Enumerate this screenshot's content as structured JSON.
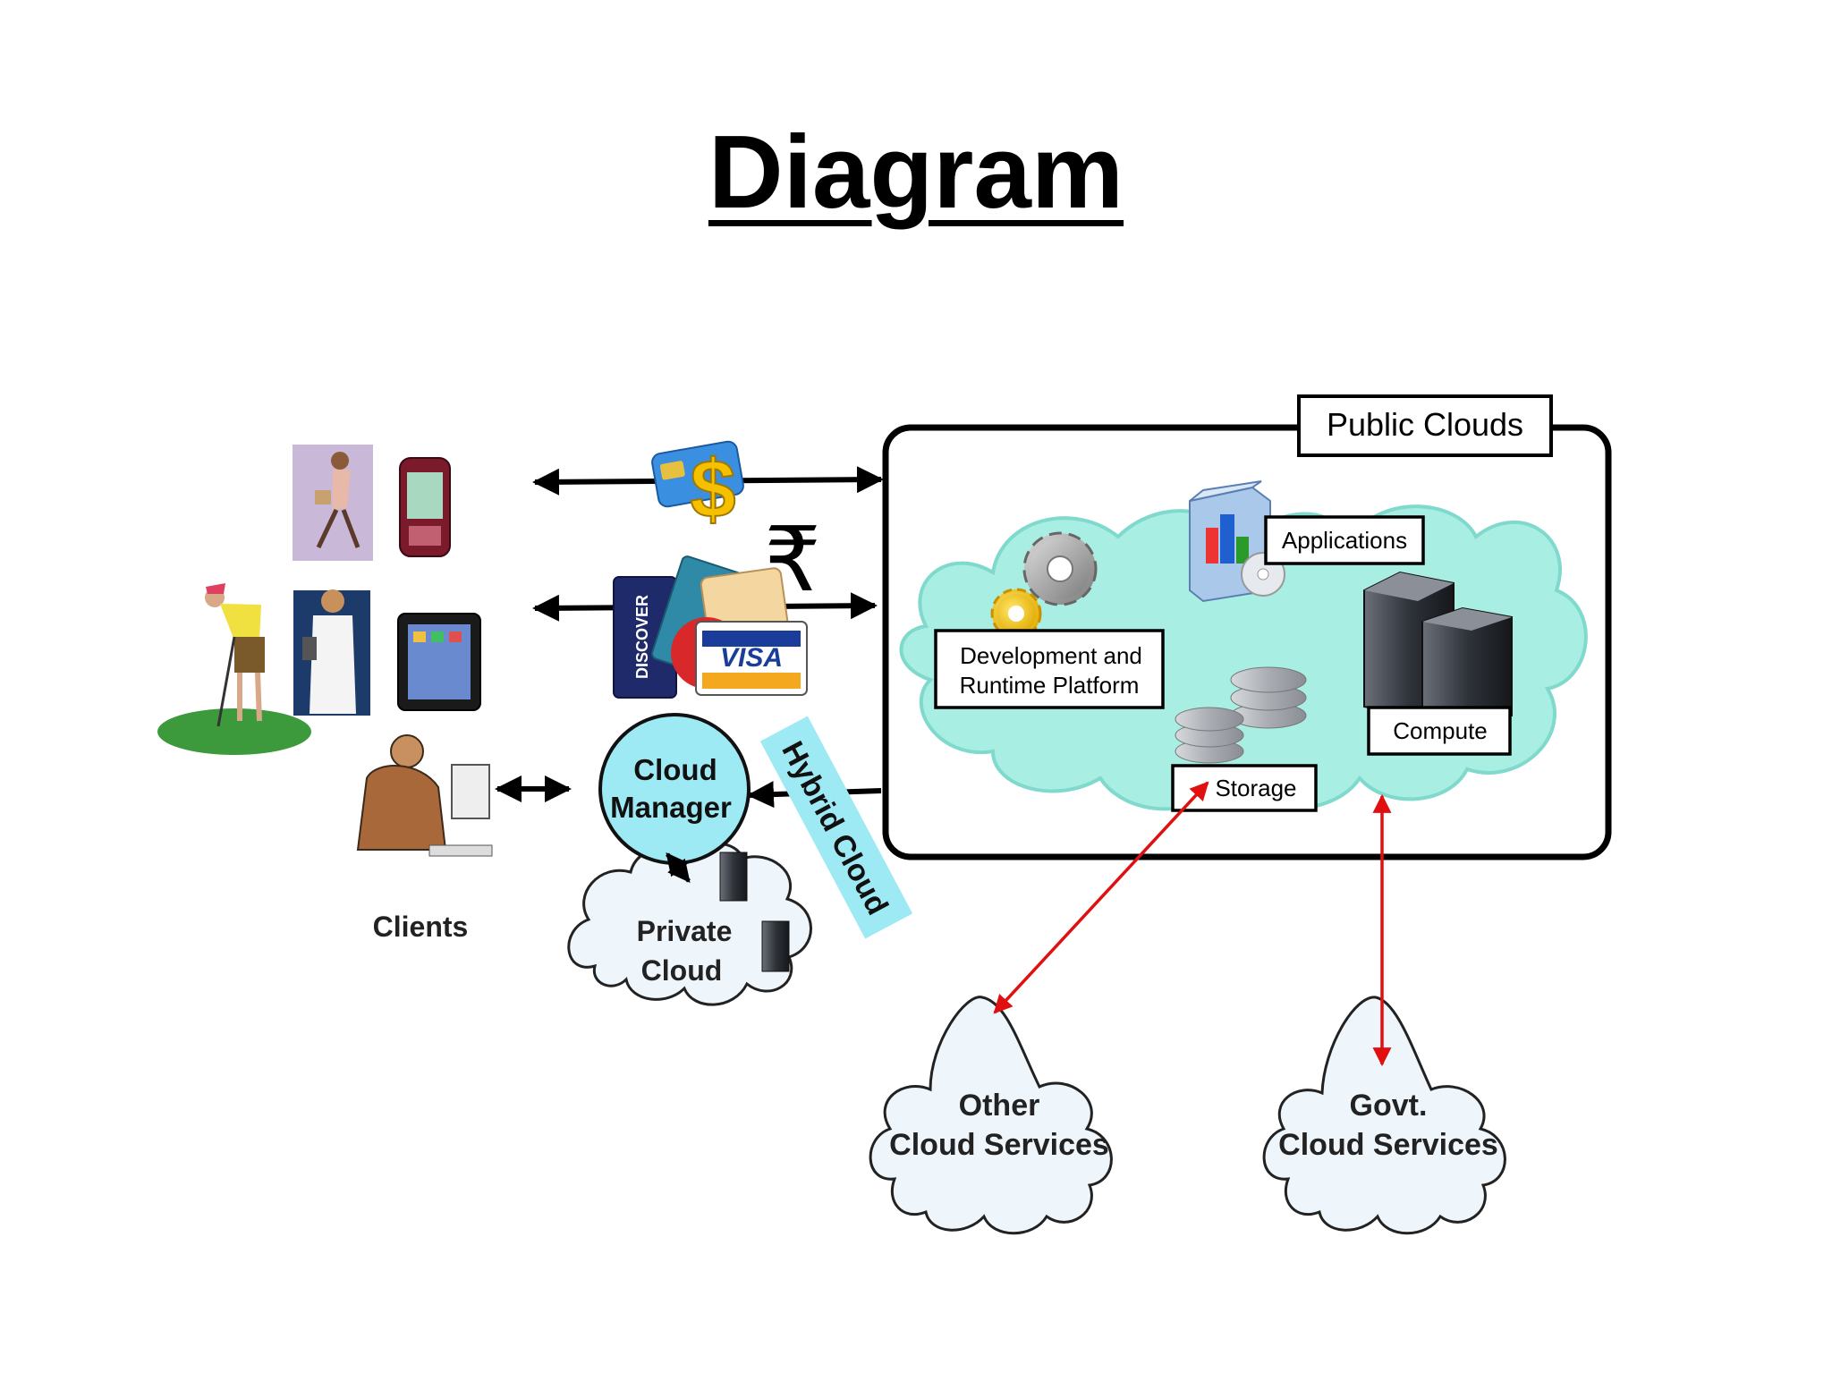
{
  "title": "Diagram",
  "labels": {
    "public_clouds": "Public Clouds",
    "applications": "Applications",
    "dev_platform_line1": "Development and",
    "dev_platform_line2": "Runtime Platform",
    "compute": "Compute",
    "storage": "Storage",
    "cloud_manager_line1": "Cloud",
    "cloud_manager_line2": "Manager",
    "hybrid_cloud": "Hybrid Cloud",
    "private_cloud_line1": "Private",
    "private_cloud_line2": "Cloud",
    "clients": "Clients",
    "other_line1": "Other",
    "other_line2": "Cloud Services",
    "govt_line1": "Govt.",
    "govt_line2": "Cloud Services",
    "visa": "VISA",
    "discover": "DISCOVER",
    "rupee": "₹",
    "dollar": "$"
  },
  "colors": {
    "cloud_fill": "#a8eee2",
    "cloud_edge": "#7fd9cc",
    "light_cloud": "#eef6fc",
    "cyan": "#9eeaf4",
    "red_arrow": "#e01010",
    "black": "#000000"
  },
  "icons": [
    "gear-icon",
    "software-box-icon",
    "server-icon",
    "database-icon",
    "credit-card-icon",
    "rupee-icon",
    "person-icon",
    "phone-icon",
    "tablet-icon",
    "computer-user-icon"
  ]
}
